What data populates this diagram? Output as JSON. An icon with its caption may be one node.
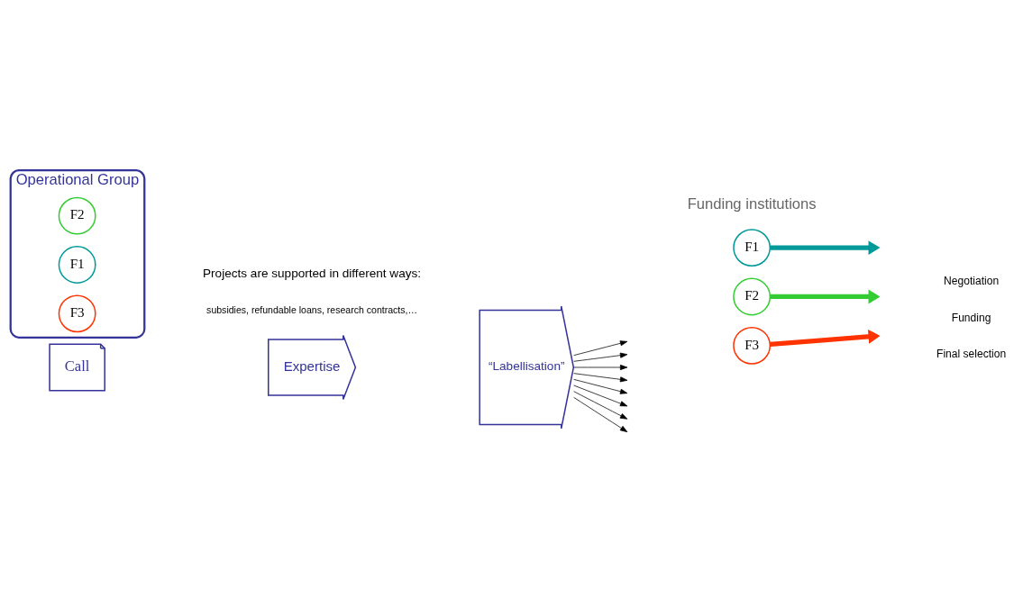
{
  "diagram": {
    "nodes": [
      {
        "text": [
          "Operational Group"
        ]
      },
      {
        "text": [
          "F2"
        ],
        "in": 0
      },
      {
        "text": [
          "F1"
        ],
        "in": 0
      },
      {
        "text": [
          "F3"
        ],
        "in": 0
      },
      {
        "text": [
          "Call"
        ]
      },
      {
        "text": [
          "Expertise"
        ]
      },
      {
        "text": [
          "“Labellisation”"
        ]
      },
      {
        "text": [
          "F1"
        ]
      },
      {
        "text": [
          "F2"
        ]
      },
      {
        "text": [
          "F3"
        ]
      }
    ],
    "edges": [
      {
        "from": 6,
        "to": null,
        "arrow": "to"
      },
      {
        "from": 6,
        "to": null,
        "arrow": "to"
      },
      {
        "from": 6,
        "to": null,
        "arrow": "to"
      },
      {
        "from": 6,
        "to": null,
        "arrow": "to"
      },
      {
        "from": 6,
        "to": null,
        "arrow": "to"
      },
      {
        "from": 6,
        "to": null,
        "arrow": "to"
      },
      {
        "from": 6,
        "to": null,
        "arrow": "to"
      },
      {
        "from": 6,
        "to": null,
        "arrow": "to"
      },
      {
        "from": 7,
        "to": null,
        "arrow": "to",
        "style": "thick",
        "color": "#009999"
      },
      {
        "from": 8,
        "to": null,
        "arrow": "to",
        "style": "thick",
        "color": "#33cc33"
      },
      {
        "from": 9,
        "to": null,
        "arrow": "to",
        "style": "thick",
        "color": "#ff3300"
      }
    ],
    "labels": [
      "Funding institutions",
      "Final selection",
      "Negotiation",
      "Funding",
      "Projects are supported in different ways:",
      "subsidies, refundable loans, research contracts,…"
    ]
  }
}
